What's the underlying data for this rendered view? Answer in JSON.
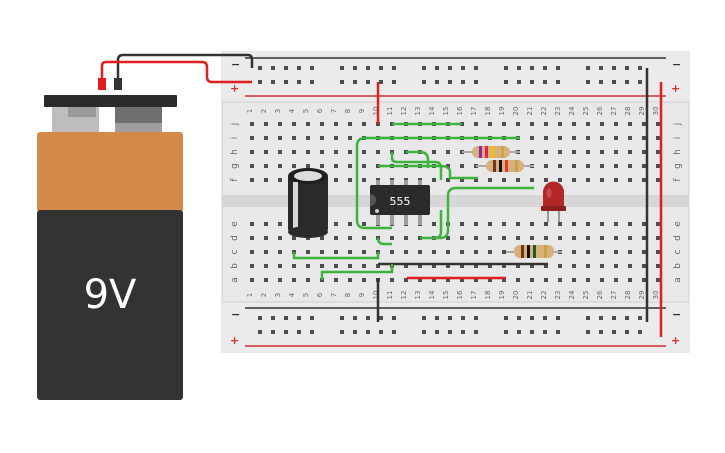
{
  "battery": {
    "label": "9V",
    "top_color": "#d4894b",
    "body_color": "#333333"
  },
  "chip": {
    "label": "555"
  },
  "breadboard": {
    "columns": [
      "1",
      "2",
      "3",
      "4",
      "5",
      "6",
      "7",
      "8",
      "9",
      "10",
      "11",
      "12",
      "13",
      "14",
      "15",
      "16",
      "17",
      "18",
      "19",
      "20",
      "21",
      "22",
      "23",
      "24",
      "25",
      "26",
      "27",
      "28",
      "29",
      "30"
    ],
    "rows_top": [
      "j",
      "i",
      "h",
      "g",
      "f"
    ],
    "rows_bottom": [
      "e",
      "d",
      "c",
      "b",
      "a"
    ],
    "rail_plus": "+",
    "rail_minus": "−"
  },
  "colors": {
    "wire_red": "#e02020",
    "wire_black": "#333333",
    "wire_green": "#3cb43c",
    "rail_red": "#d32f2f",
    "led": "#b02828",
    "capacitor": "#2a2a2a"
  },
  "components": {
    "resistor_1_bands": [
      "#8e24aa",
      "#e91e63",
      "#f4c20d",
      "#c9a24d"
    ],
    "resistor_2_bands": [
      "#6b3a1e",
      "#111111",
      "#e53935",
      "#c9a24d"
    ],
    "resistor_3_bands": [
      "#6b3a1e",
      "#111111",
      "#1b5e20",
      "#c9a24d"
    ]
  }
}
